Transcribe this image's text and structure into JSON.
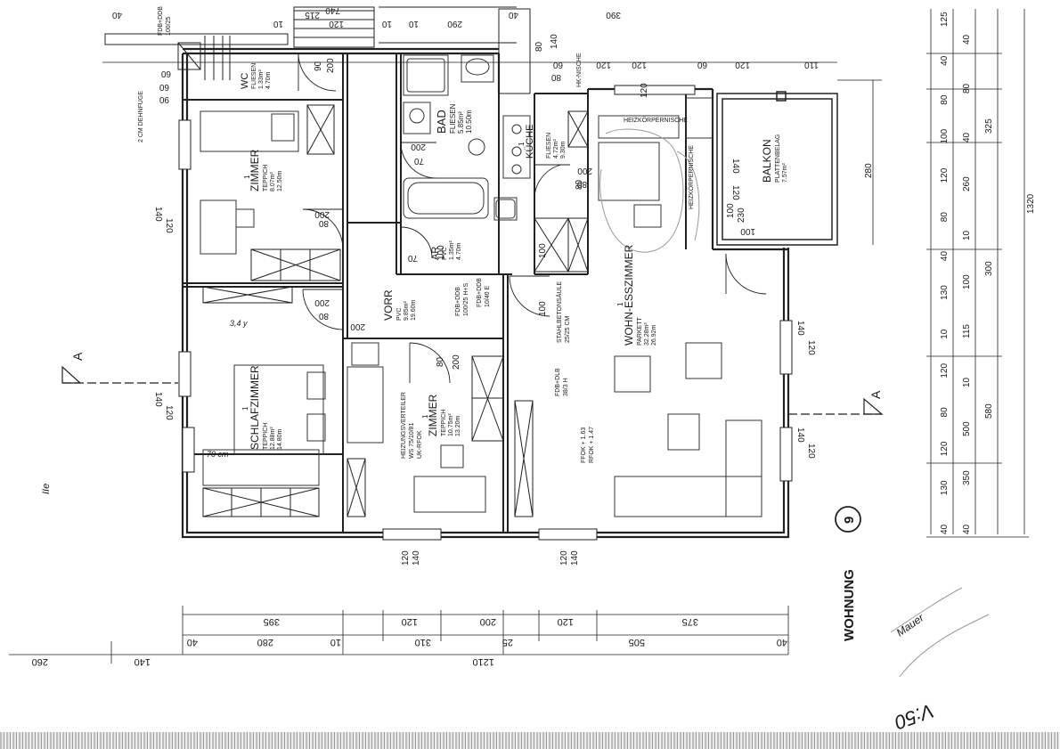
{
  "plan": {
    "unit_label": "WOHNUNG",
    "unit_number": "9",
    "section_mark": "A",
    "note_dehnfuge": "2 CM DEHNFUGE"
  },
  "rooms": {
    "wc": {
      "name": "WC",
      "floor": "FLIESEN",
      "area": "1.33m²",
      "height": "4.70m"
    },
    "bad": {
      "name": "BAD",
      "floor": "FLIESEN",
      "area": "5.85m²",
      "height": "10.50m"
    },
    "kueche": {
      "number": "1",
      "name": "KÜCHE",
      "floor": "FLIESEN",
      "area": "4.72m²",
      "height": "9.30m"
    },
    "zimmer1": {
      "number": "1",
      "name": "ZIMMER",
      "floor": "TEPPICH",
      "area": "8.07m²",
      "height": "12.50m"
    },
    "ar": {
      "name": "AR",
      "floor": "PVC",
      "area": "1.35m²",
      "height": "4.70m"
    },
    "vorr": {
      "name": "VORR",
      "floor": "PVC",
      "area": "9.85m²",
      "height": "19.60m"
    },
    "wohn": {
      "number": "1",
      "name": "WOHN-ESSZIMMER",
      "floor": "PARKETT",
      "area": "32.28m²",
      "height": "26.92m"
    },
    "schlaf": {
      "number": "1",
      "name": "SCHLAFZIMMER",
      "floor": "TEPPICH",
      "area": "12.88m²",
      "height": "14.80m"
    },
    "zimmer2": {
      "number": "1",
      "name": "ZIMMER",
      "floor": "TEPPICH",
      "area": "10.75m²",
      "height": "13.20m"
    },
    "balkon": {
      "name": "BALKON",
      "floor": "PLATTENBELAG",
      "area": "7.57m²"
    }
  },
  "annotations": {
    "heizkoerpernische_1": "HEIZKÖRPERNISCHE",
    "heizkoerpernische_2": "HEIZKÖRPERNISCHE",
    "hk_nische": "HK-NISCHE",
    "heizungsverteiler_1": "HEIZUNGSVERTEILER",
    "heizungsverteiler_2": "WS 75/10/81",
    "heizungsverteiler_3": "UK-RFOK",
    "stahlbeton_1": "STAHLBETONSÄULE",
    "stahlbeton_2": "25/25 CM",
    "fdb_1": "FDB+DDB",
    "fdb_2": "100/25 H+S",
    "fdb_3": "FDB+DDB",
    "fdb_4": "10/40 E",
    "fdb_5": "FDB+DLB",
    "fdb_6": "38/3 H",
    "ffok": "FFOK + 1.63",
    "rfok": "RFOK + 1.47",
    "fdb_top": "FDB+DDB",
    "fdb_top2": "100/25"
  },
  "dims_bottom_row1": [
    "395",
    "120",
    "200",
    "120",
    "375"
  ],
  "dims_bottom_row2": [
    "40",
    "280",
    "10",
    "310",
    "25",
    "505",
    "40"
  ],
  "dims_bottom_total": "1210",
  "dims_bottom_left": [
    "260",
    "140"
  ],
  "dims_top": [
    "40",
    "215",
    "740",
    "120",
    "290",
    "40",
    "390",
    "10",
    "10",
    "10"
  ],
  "dims_top_row2": [
    "60",
    "120",
    "120",
    "120",
    "60",
    "110",
    "140",
    "80",
    "120"
  ],
  "dims_right_col1": [
    "125",
    "40",
    "80",
    "100",
    "120",
    "80",
    "40",
    "130",
    "10",
    "120",
    "80",
    "120",
    "130",
    "40"
  ],
  "dims_right_col2": [
    "40",
    "80",
    "40",
    "260",
    "10",
    "100",
    "115",
    "10",
    "500",
    "350",
    "40"
  ],
  "dims_right_col3": [
    "325",
    "300",
    "580"
  ],
  "dims_right_total": "1320",
  "dims_openings": [
    "120",
    "140",
    "120",
    "140",
    "140",
    "120",
    "140",
    "120",
    "120",
    "140",
    "140",
    "120",
    "100",
    "230",
    "120",
    "140",
    "280"
  ],
  "dims_misc": [
    "80",
    "200",
    "70",
    "200",
    "80",
    "200",
    "80",
    "200",
    "80",
    "200",
    "90",
    "200",
    "60",
    "90",
    "100",
    "60",
    "100",
    "80",
    "200",
    "100",
    "100",
    "70",
    "80"
  ],
  "handwritten": [
    "Mauer",
    "V:50",
    "70 cm",
    "3,4 y",
    "IIe"
  ]
}
